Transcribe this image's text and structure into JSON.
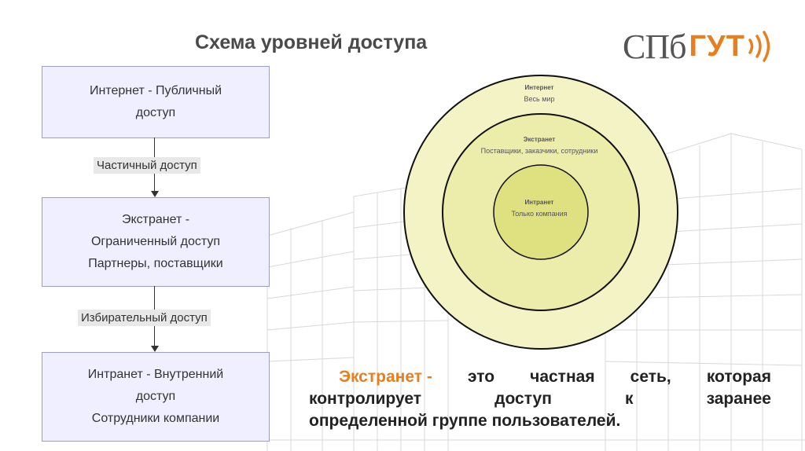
{
  "slide": {
    "title": "Схема уровней доступа",
    "logo": {
      "part1": "СПб",
      "part2": "ГУТ"
    }
  },
  "flowchart": {
    "boxes": [
      {
        "lines": [
          "Интернет - Публичный",
          "доступ"
        ]
      },
      {
        "lines": [
          "Экстранет -",
          "Ограниченный доступ",
          "Партнеры, поставщики"
        ]
      },
      {
        "lines": [
          "Интранет - Внутренний",
          "доступ",
          "Сотрудники компании"
        ]
      }
    ],
    "edges": [
      "Частичный доступ",
      "Избирательный доступ"
    ]
  },
  "circles": {
    "outer": {
      "title": "Интернет",
      "subtitle": "Весь мир",
      "color": "#f4f3c6"
    },
    "middle": {
      "title": "Экстранет",
      "subtitle": "Поставщики, заказчики, сотрудники",
      "color": "#ecedab"
    },
    "inner": {
      "title": "Интранет",
      "subtitle": "Только компания",
      "color": "#dfe181"
    }
  },
  "definition": {
    "term": "Экстранет -",
    "line1_words": [
      "это",
      "частная",
      "сеть,",
      "которая"
    ],
    "line2_words": [
      "контролирует",
      "доступ",
      "к",
      "заранее"
    ],
    "line3": "определенной группе пользователей."
  },
  "colors": {
    "accent": "#e87f1e",
    "box_fill": "#efefff",
    "box_border": "#9c9ccc"
  }
}
